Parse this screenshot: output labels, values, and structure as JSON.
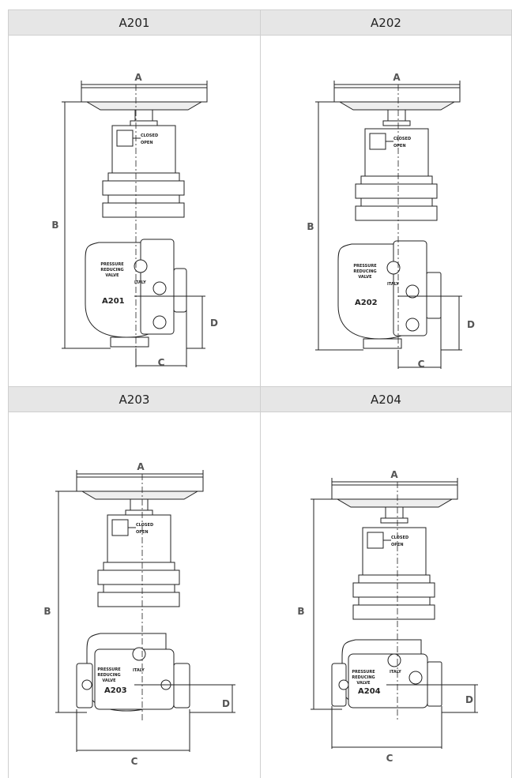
{
  "panels": [
    {
      "title": "A201",
      "model": "A201",
      "dims": {
        "a": "A",
        "b": "B",
        "c": "C",
        "d": "D"
      },
      "body_text": [
        "PRESSURE",
        "REDUCING",
        "VALVE"
      ],
      "italy": "ITALY",
      "closed": "CLOSED",
      "open": "OPEN"
    },
    {
      "title": "A202",
      "model": "A202",
      "dims": {
        "a": "A",
        "b": "B",
        "c": "C",
        "d": "D"
      },
      "body_text": [
        "PRESSURE",
        "REDUCING",
        "VALVE"
      ],
      "italy": "ITALY",
      "closed": "CLOSED",
      "open": "OPEN"
    },
    {
      "title": "A203",
      "model": "A203",
      "dims": {
        "a": "A",
        "b": "B",
        "c": "C",
        "d": "D"
      },
      "body_text": [
        "PRESSURE",
        "REDUCING",
        "VALVE"
      ],
      "italy": "ITALY",
      "closed": "CLOSED",
      "open": "OPEN"
    },
    {
      "title": "A204",
      "model": "A204",
      "dims": {
        "a": "A",
        "b": "B",
        "c": "C",
        "d": "D"
      },
      "body_text": [
        "PRESSURE",
        "REDUCING",
        "VALVE"
      ],
      "italy": "ITALY",
      "closed": "CLOSED",
      "open": "OPEN"
    }
  ]
}
